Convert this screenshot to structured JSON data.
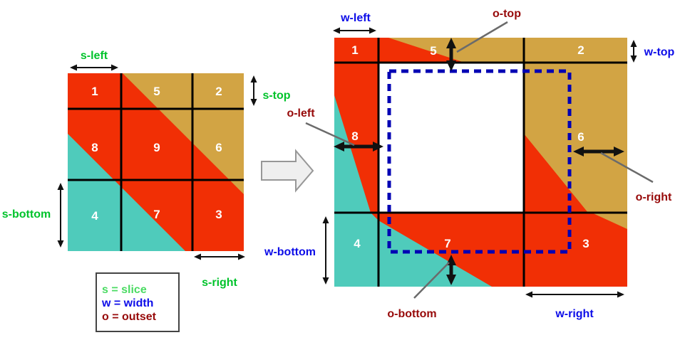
{
  "legend": {
    "slice_label": "s = slice",
    "width_label": "w = width",
    "outset_label": "o = outset"
  },
  "source_image": {
    "cells": {
      "c1": "1",
      "c5": "5",
      "c2": "2",
      "c8": "8",
      "c9": "9",
      "c6": "6",
      "c4": "4",
      "c7": "7",
      "c3": "3"
    },
    "labels": {
      "s_left": "s-left",
      "s_top": "s-top",
      "s_bottom": "s-bottom",
      "s_right": "s-right"
    }
  },
  "result_image": {
    "cells": {
      "c1": "1",
      "c5": "5",
      "c2": "2",
      "c8": "8",
      "c6": "6",
      "c4": "4",
      "c7": "7",
      "c3": "3"
    },
    "labels": {
      "w_left": "w-left",
      "w_top": "w-top",
      "o_top": "o-top",
      "o_left": "o-left",
      "o_right": "o-right",
      "w_bottom": "w-bottom",
      "o_bottom": "o-bottom",
      "w_right": "w-right"
    }
  },
  "colors": {
    "red": "#F12F05",
    "tan": "#D2A444",
    "turquoise": "#4FCBBB",
    "slice_green": "#00C32B",
    "legend_green": "#4ADB62",
    "width_blue": "#0D0DE8",
    "outset_dark_red": "#970A0A",
    "dash_navy": "#0000B4",
    "pointer_gray": "#6B6B6B",
    "block_arrow_fill": "#EFEFEF",
    "block_arrow_stroke": "#979797"
  }
}
